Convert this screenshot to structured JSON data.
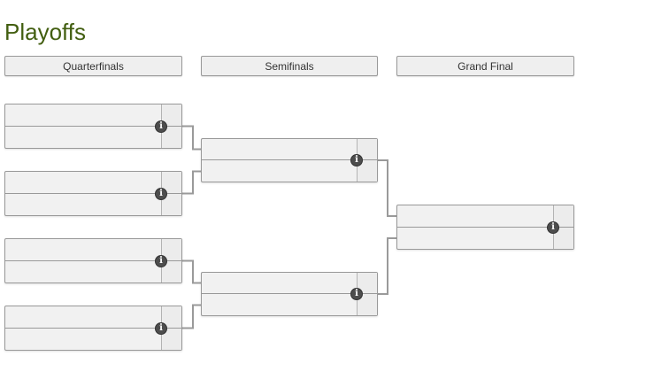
{
  "page": {
    "title": "Playoffs"
  },
  "icons": {
    "info_glyph": "i"
  },
  "colors": {
    "background": "#ffffff",
    "title_text": "#425e10",
    "header_fill": "#efefef",
    "header_border": "#999999",
    "header_text": "#333333",
    "match_fill": "#f1f1f1",
    "match_border": "#999999",
    "score_column_fill": "#ececec",
    "score_divider": "#b3b3b3",
    "connector": "#9a9a9a",
    "info_icon_bg": "#4d4d4d",
    "info_icon_glyph": "#ffffff"
  },
  "bracket": {
    "rounds": [
      {
        "label": "Quarterfinals",
        "matches": [
          {
            "top_team": "",
            "top_score": "",
            "bottom_team": "",
            "bottom_score": ""
          },
          {
            "top_team": "",
            "top_score": "",
            "bottom_team": "",
            "bottom_score": ""
          },
          {
            "top_team": "",
            "top_score": "",
            "bottom_team": "",
            "bottom_score": ""
          },
          {
            "top_team": "",
            "top_score": "",
            "bottom_team": "",
            "bottom_score": ""
          }
        ]
      },
      {
        "label": "Semifinals",
        "matches": [
          {
            "top_team": "",
            "top_score": "",
            "bottom_team": "",
            "bottom_score": ""
          },
          {
            "top_team": "",
            "top_score": "",
            "bottom_team": "",
            "bottom_score": ""
          }
        ]
      },
      {
        "label": "Grand Final",
        "matches": [
          {
            "top_team": "",
            "top_score": "",
            "bottom_team": "",
            "bottom_score": ""
          }
        ]
      }
    ]
  }
}
